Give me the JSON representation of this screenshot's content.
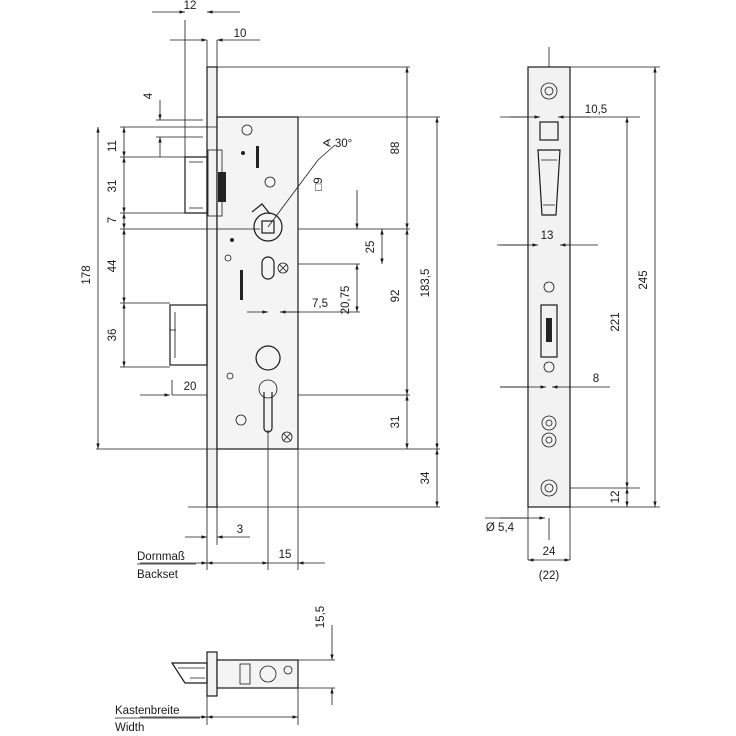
{
  "dimensions": {
    "top_12": "12",
    "top_10": "10",
    "d_4": "4",
    "d_11": "11",
    "d_31_upper": "31",
    "d_7": "7",
    "d_44": "44",
    "d_36": "36",
    "d_178": "178",
    "d_20": "20",
    "d_88": "88",
    "d_30deg": "∢ 30°",
    "d_sq9": "□9",
    "d_25": "25",
    "d_7_5": "7,5",
    "d_20_75": "20,75",
    "d_92": "92",
    "d_183_5": "183,5",
    "d_31_lower": "31",
    "d_34": "34",
    "d_3": "3",
    "d_15": "15",
    "d_10_5": "10,5",
    "d_13": "13",
    "d_8": "8",
    "d_221": "221",
    "d_245": "245",
    "d_12_side": "12",
    "d_dia_5_4": "Ø 5,4",
    "d_24": "24",
    "d_22": "(22)",
    "d_15_5": "15,5"
  },
  "captions": {
    "backset_de": "Dornmaß",
    "backset_en": "Backset",
    "width_de": "Kastenbreite",
    "width_en": "Width"
  }
}
